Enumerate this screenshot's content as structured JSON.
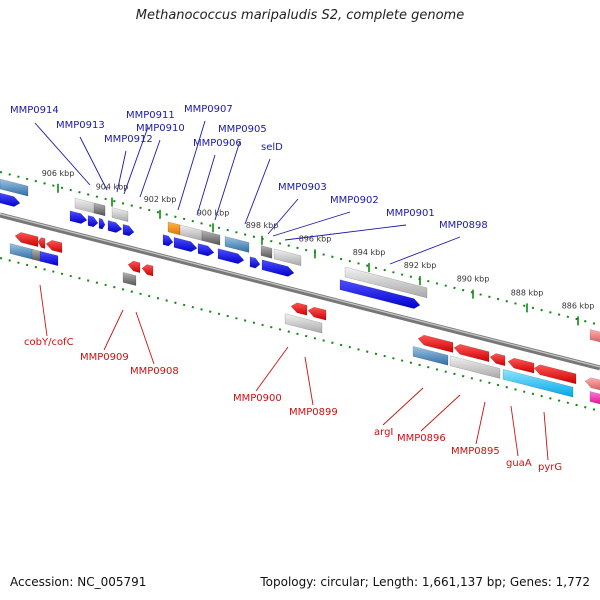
{
  "title": "Methanococcus maripaludis S2, complete genome",
  "footer": {
    "accession": "Accession: NC_005791",
    "topology": "Topology: circular; Length: 1,661,137 bp; Genes: 1,772"
  },
  "colors": {
    "forward_cds": "#0000ee",
    "reverse_cds": "#ee0000",
    "top_label": "#1a1aa8",
    "bottom_label": "#cc1111",
    "tick_mark": "#118811",
    "backbone": "#888888"
  },
  "ticks": [
    "906 kbp",
    "904 kbp",
    "902 kbp",
    "900 kbp",
    "898 kbp",
    "896 kbp",
    "894 kbp",
    "892 kbp",
    "890 kbp",
    "888 kbp",
    "886 kbp"
  ],
  "top_labels": [
    "MMP0914",
    "MMP0913",
    "MMP0912",
    "MMP0911",
    "MMP0910",
    "MMP0907",
    "MMP0906",
    "MMP0905",
    "selD",
    "MMP0903",
    "MMP0902",
    "MMP0901",
    "MMP0898"
  ],
  "bottom_labels": [
    "cobY/cofC",
    "MMP0909",
    "MMP0908",
    "MMP0900",
    "MMP0899",
    "argI",
    "MMP0896",
    "MMP0895",
    "guaA",
    "pyrG"
  ]
}
